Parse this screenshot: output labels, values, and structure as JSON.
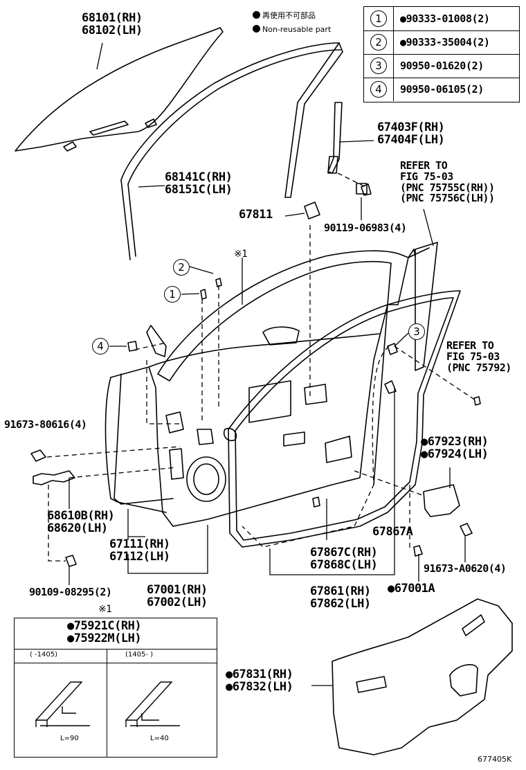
{
  "legend": {
    "line_jp": "再使用不可部品",
    "line_en": "Non-reusable part"
  },
  "table": [
    {
      "num": "1",
      "part": "●90333-01008(2)"
    },
    {
      "num": "2",
      "part": "●90333-35004(2)"
    },
    {
      "num": "3",
      "part": "90950-01620(2)"
    },
    {
      "num": "4",
      "part": "90950-06105(2)"
    }
  ],
  "parts": {
    "glass": [
      "68101(RH)",
      "68102(LH)"
    ],
    "run_channel": [
      "68141C(RH)",
      "68151C(LH)"
    ],
    "rear_run": [
      "67403F(RH)",
      "67404F(LH)"
    ],
    "refer1": [
      "REFER TO",
      "FIG 75-03",
      "(PNC 75755C(RH))",
      "(PNC 75756C(LH))"
    ],
    "p67811": "67811",
    "bolt_rear_run": "90119-06983(4)",
    "refer2": [
      "REFER TO",
      "FIG 75-03",
      "(PNC 75792)"
    ],
    "hinge_bolt": "91673-80616(4)",
    "hinge": [
      "68610B(RH)",
      "68620(LH)"
    ],
    "door_panel": [
      "67111(RH)",
      "67112(LH)"
    ],
    "door_assy": [
      "67001(RH)",
      "67002(LH)"
    ],
    "bolt_lower": "90109-08295(2)",
    "cover": [
      "●67923(RH)",
      "●67924(LH)"
    ],
    "p67867a": "67867A",
    "clip": [
      "67867C(RH)",
      "67868C(LH)"
    ],
    "screw_cover": "91673-A0620(4)",
    "weatherstrip": [
      "67861(RH)",
      "67862(LH)"
    ],
    "p67001a": "●67001A",
    "service_hole": [
      "●67831(RH)",
      "●67832(LH)"
    ],
    "marker": "※1"
  },
  "inset": {
    "marker": "※1",
    "parts": [
      "●75921C(RH)",
      "●75922M(LH)"
    ],
    "col_left": "(      -1405)",
    "col_right": "(1405-        )",
    "dim_left": "L=90",
    "dim_right": "L=40"
  },
  "callouts": [
    "1",
    "2",
    "3",
    "4"
  ],
  "figure_id": "677405K"
}
